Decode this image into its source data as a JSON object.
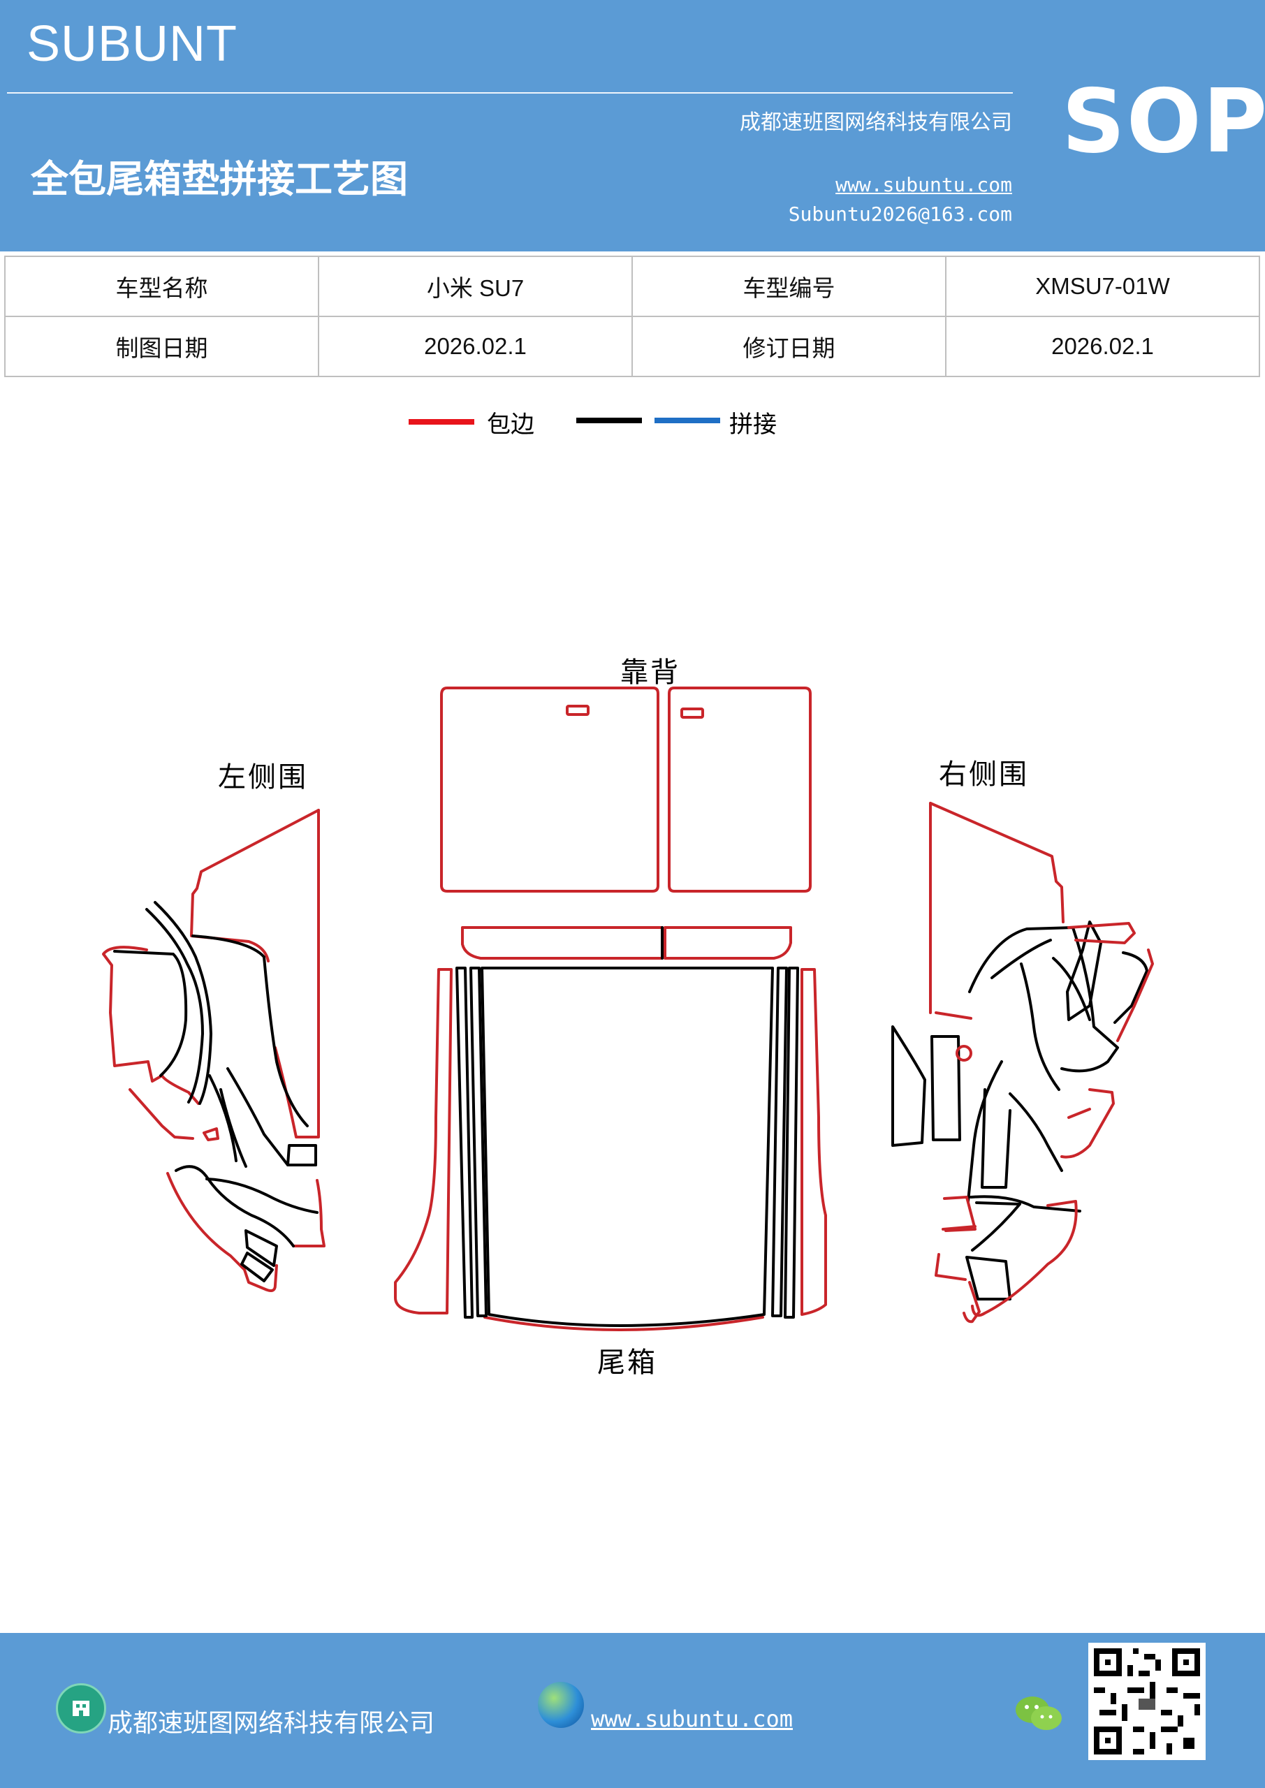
{
  "header": {
    "brand": "SUBUNT",
    "company": "成都速班图网络科技有限公司",
    "title": "全包尾箱垫拼接工艺图",
    "website": "www.subuntu.com",
    "email": "Subuntu2026@163.com",
    "badge": "SOP"
  },
  "info_table": {
    "model_name_label": "车型名称",
    "model_name_value": "小米 SU7",
    "model_code_label": "车型编号",
    "model_code_value": "XMSU7-01W",
    "draw_date_label": "制图日期",
    "draw_date_value": "2026.02.1",
    "revise_date_label": "修订日期",
    "revise_date_value": "2026.02.1"
  },
  "legend": {
    "items": [
      {
        "color": "#e8141b",
        "label": "包边"
      },
      {
        "color": "#000000",
        "label": ""
      },
      {
        "color": "#1f6fc5",
        "label": "拼接"
      }
    ]
  },
  "diagram": {
    "backrest_label": "靠背",
    "left_side_label": "左侧围",
    "right_side_label": "右侧围",
    "trunk_label": "尾箱",
    "colors": {
      "edge": "#c9252a",
      "seam": "#000000"
    }
  },
  "footer": {
    "company": "成都速班图网络科技有限公司",
    "website": "www.subuntu.com",
    "icons": [
      "building-icon",
      "globe-icon",
      "wechat-icon",
      "qr-code"
    ]
  }
}
